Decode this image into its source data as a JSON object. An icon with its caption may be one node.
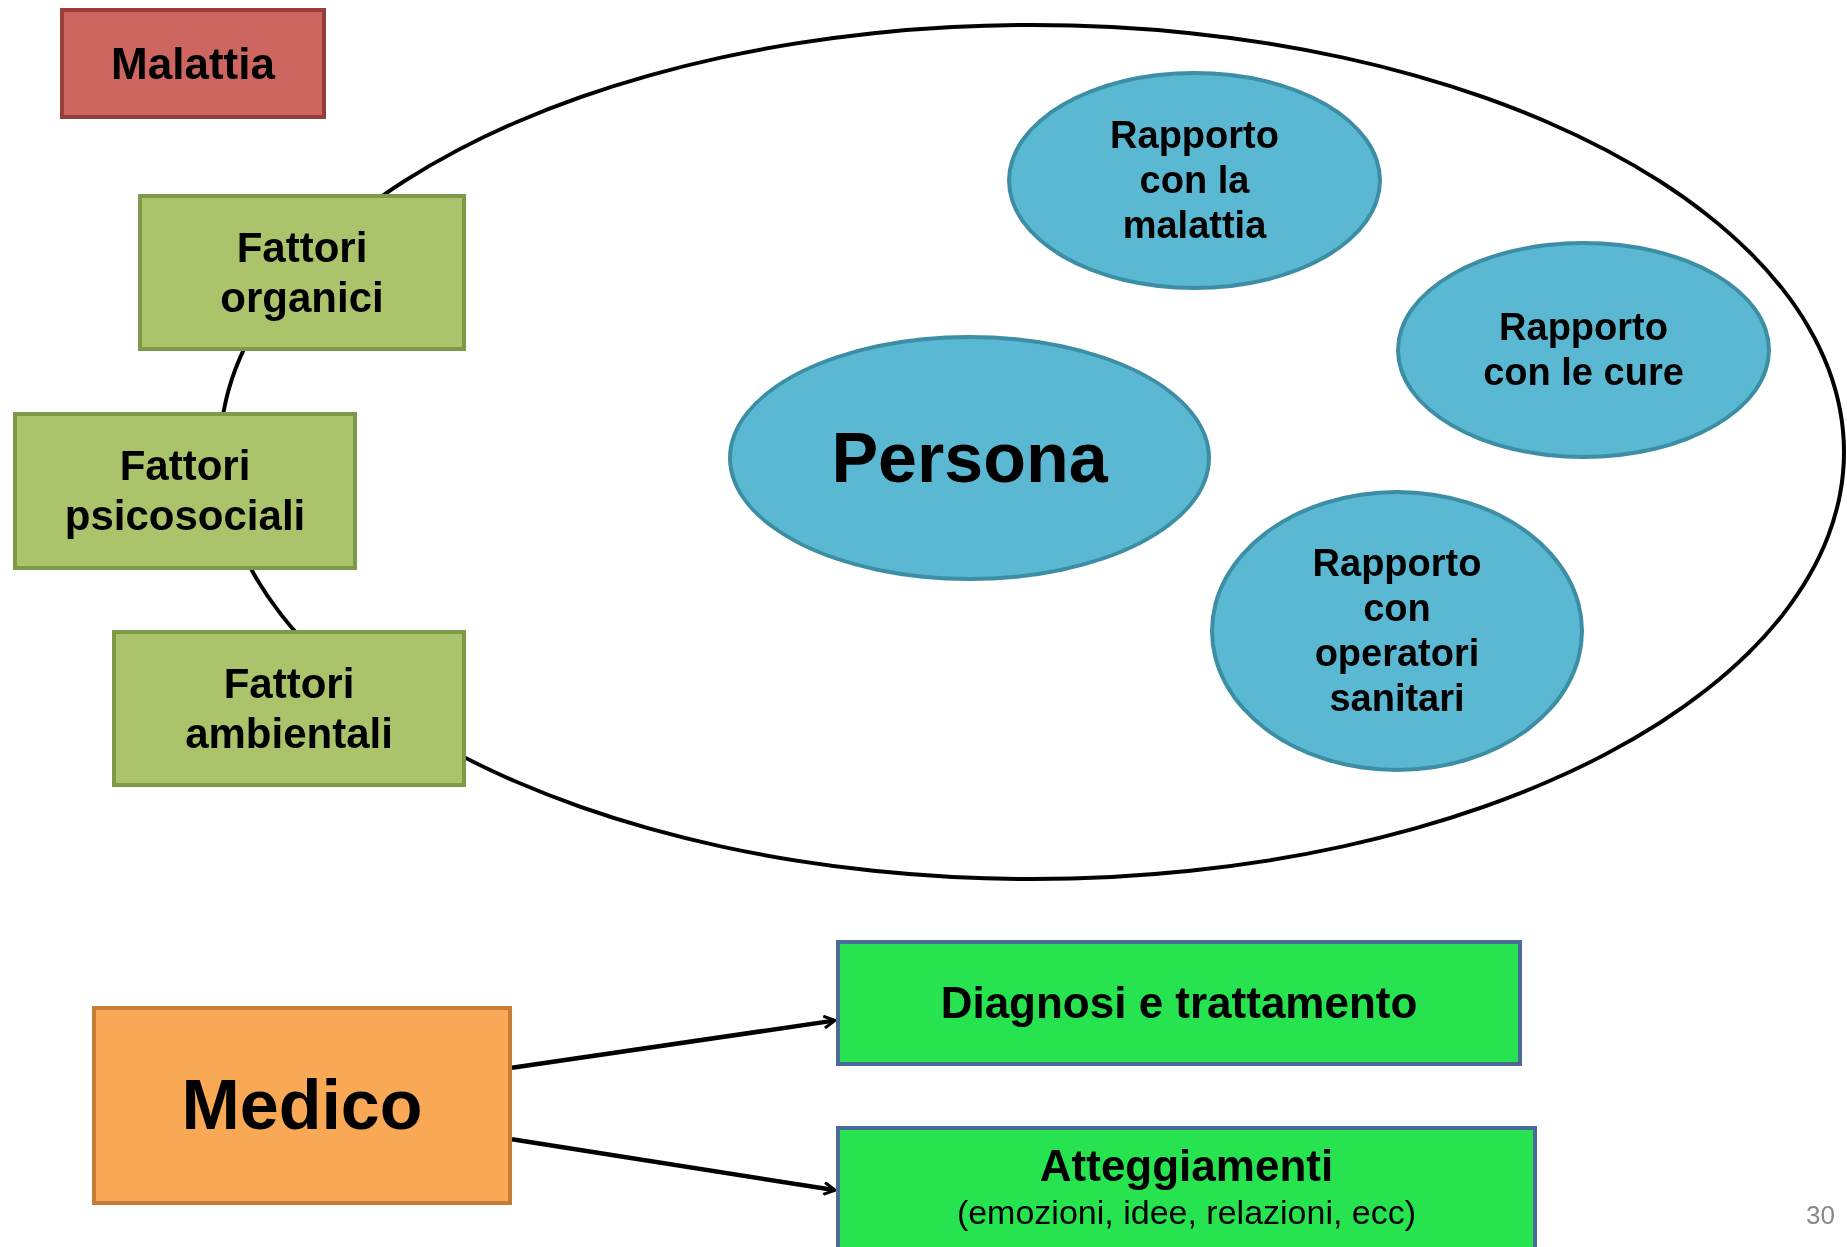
{
  "diagram": {
    "nodes": [
      {
        "text": [
          "Malattia"
        ]
      },
      {
        "text": [],
        "shape": "ellipse"
      },
      {
        "text": [
          "Fattori organici"
        ]
      },
      {
        "text": [
          "Fattori psicosociali"
        ]
      },
      {
        "text": [
          "Fattori ambientali"
        ]
      },
      {
        "text": [
          "Rapporto con la malattia"
        ],
        "in": 1
      },
      {
        "text": [
          "Rapporto con le cure"
        ],
        "in": 1
      },
      {
        "text": [
          "Persona"
        ],
        "in": 1
      },
      {
        "text": [
          "Rapporto con operatori sanitari"
        ],
        "in": 1
      },
      {
        "text": [
          "Medico"
        ]
      },
      {
        "text": [
          "Diagnosi e trattamento"
        ]
      },
      {
        "text": [
          "Atteggiamenti",
          "(emozioni, idee, relazioni, ecc)"
        ]
      }
    ],
    "edges": [
      {
        "from": 9,
        "to": 10,
        "arrow": "to"
      },
      {
        "from": 9,
        "to": 11,
        "arrow": "to"
      }
    ],
    "labels": [
      "30"
    ]
  }
}
